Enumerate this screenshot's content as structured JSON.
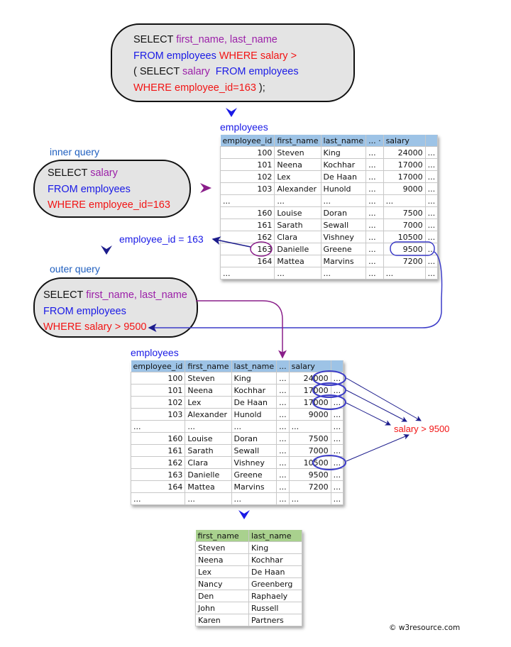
{
  "main_query": {
    "lines": [
      [
        {
          "t": "SELECT ",
          "c": "black"
        },
        {
          "t": "first_name, last_name",
          "c": "purple"
        }
      ],
      [
        {
          "t": "FROM employees ",
          "c": "blue"
        },
        {
          "t": "WHERE salary >",
          "c": "red"
        }
      ],
      [
        {
          "t": "( SELECT ",
          "c": "black"
        },
        {
          "t": "salary ",
          "c": "purple"
        },
        {
          "t": " FROM employees",
          "c": "blue"
        }
      ],
      [
        {
          "t": "WHERE employee_id=163 ",
          "c": "red"
        },
        {
          "t": ");",
          "c": "black"
        }
      ]
    ]
  },
  "inner_query": {
    "caption": "inner query",
    "lines": [
      [
        {
          "t": "SELECT ",
          "c": "black"
        },
        {
          "t": "salary",
          "c": "purple"
        }
      ],
      [
        {
          "t": "FROM employees",
          "c": "blue"
        }
      ],
      [
        {
          "t": "WHERE employee_id=163",
          "c": "red"
        }
      ]
    ]
  },
  "outer_query": {
    "caption": "outer query",
    "lines": [
      [
        {
          "t": "SELECT ",
          "c": "black"
        },
        {
          "t": "first_name, last_name",
          "c": "purple"
        }
      ],
      [
        {
          "t": "FROM employees",
          "c": "blue"
        }
      ],
      [
        {
          "t": "WHERE salary > 9500",
          "c": "red"
        }
      ]
    ]
  },
  "employee_id_label": "employee_id = 163",
  "condition_label": "salary > 9500",
  "table1": {
    "title": "employees",
    "headers": [
      "employee_id",
      "first_name",
      "last_name",
      "... ·",
      "salary",
      ""
    ],
    "rows": [
      [
        "100",
        "Steven",
        "King",
        "...",
        "24000",
        "..."
      ],
      [
        "101",
        "Neena",
        "Kochhar",
        "...",
        "17000",
        "..."
      ],
      [
        "102",
        "Lex",
        "De Haan",
        "...",
        "17000",
        "..."
      ],
      [
        "103",
        "Alexander",
        "Hunold",
        "...",
        "9000",
        "..."
      ],
      [
        "...",
        "...",
        "...",
        "...",
        "...",
        "..."
      ],
      [
        "160",
        "Louise",
        "Doran",
        "...",
        "7500",
        "..."
      ],
      [
        "161",
        "Sarath",
        "Sewall",
        "...",
        "7000",
        "..."
      ],
      [
        "162",
        "Clara",
        "Vishney",
        "...",
        "10500",
        "..."
      ],
      [
        "163",
        "Danielle",
        "Greene",
        "...",
        "9500",
        "..."
      ],
      [
        "164",
        "Mattea",
        "Marvins",
        "...",
        "7200",
        "..."
      ],
      [
        "...",
        "...",
        "...",
        "...",
        "...",
        "..."
      ]
    ]
  },
  "table2": {
    "title": "employees",
    "headers": [
      "employee_id",
      "first_name",
      "last_name",
      "...",
      "salary",
      ""
    ],
    "rows": [
      [
        "100",
        "Steven",
        "King",
        "...",
        "24000",
        "..."
      ],
      [
        "101",
        "Neena",
        "Kochhar",
        "...",
        "17000",
        "..."
      ],
      [
        "102",
        "Lex",
        "De Haan",
        "...",
        "17000",
        "..."
      ],
      [
        "103",
        "Alexander",
        "Hunold",
        "...",
        "9000",
        "..."
      ],
      [
        "...",
        "...",
        "...",
        "...",
        "...",
        "..."
      ],
      [
        "160",
        "Louise",
        "Doran",
        "...",
        "7500",
        "..."
      ],
      [
        "161",
        "Sarath",
        "Sewall",
        "...",
        "7000",
        "..."
      ],
      [
        "162",
        "Clara",
        "Vishney",
        "...",
        "10500",
        "..."
      ],
      [
        "163",
        "Danielle",
        "Greene",
        "...",
        "9500",
        "..."
      ],
      [
        "164",
        "Mattea",
        "Marvins",
        "...",
        "7200",
        "..."
      ],
      [
        "...",
        "...",
        "...",
        "...",
        "...",
        "..."
      ]
    ]
  },
  "result": {
    "headers": [
      "first_name",
      "last_name"
    ],
    "rows": [
      [
        "Steven",
        "King"
      ],
      [
        "Neena",
        "Kochhar"
      ],
      [
        "Lex",
        "De Haan"
      ],
      [
        "Nancy",
        "Greenberg"
      ],
      [
        "Den",
        "Raphaely"
      ],
      [
        "John",
        "Russell"
      ],
      [
        "Karen",
        "Partners"
      ]
    ]
  },
  "credit": "© w3resource.com",
  "colors": {
    "black": "#111111",
    "purple": "#9b1fa8",
    "blue": "#1a1ae6",
    "red": "#f21414",
    "navy": "#1c1c8c"
  }
}
